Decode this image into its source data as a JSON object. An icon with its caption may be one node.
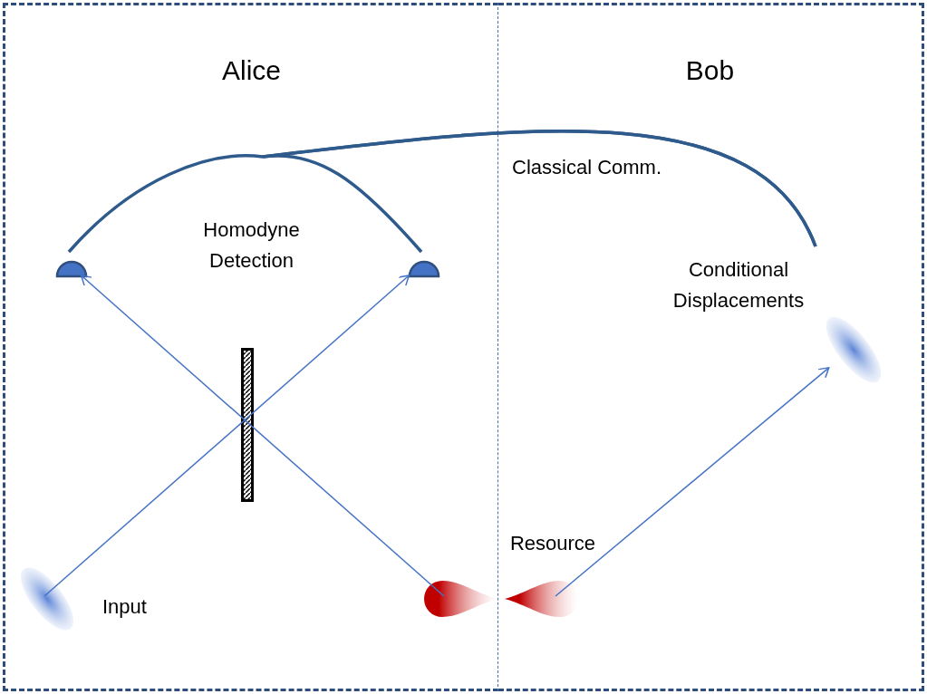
{
  "diagram": {
    "nodes": [
      {
        "text": [
          "Alice"
        ]
      },
      {
        "text": [
          "Bob"
        ]
      },
      {
        "text": [],
        "shape": "semicircle",
        "in": 0
      },
      {
        "text": [],
        "shape": "semicircle",
        "in": 0
      },
      {
        "text": [],
        "shape": "ellipse",
        "in": 0,
        "beside": [
          "Input"
        ]
      },
      {
        "text": [],
        "shape": "drop",
        "in": 0
      },
      {
        "text": [],
        "shape": "drop",
        "in": 1
      },
      {
        "text": [],
        "shape": "ellipse",
        "in": 1
      },
      {
        "text": [
          "Conditional Displacements"
        ],
        "in": 1
      }
    ],
    "edges": [
      {
        "from": 4,
        "to": 3,
        "arrow": "to"
      },
      {
        "from": 5,
        "to": 2,
        "arrow": "to"
      },
      {
        "from": 6,
        "to": 7,
        "arrow": "to"
      },
      {
        "from": 2,
        "to": 8,
        "arrow": "none",
        "style": "thick",
        "color": "#2e5a8c",
        "label": "Classical Comm."
      },
      {
        "from": 3,
        "to": 8,
        "arrow": "none",
        "style": "thick",
        "color": "#2e5a8c"
      }
    ],
    "labels": [
      "Homodyne Detection",
      "Resource"
    ]
  }
}
